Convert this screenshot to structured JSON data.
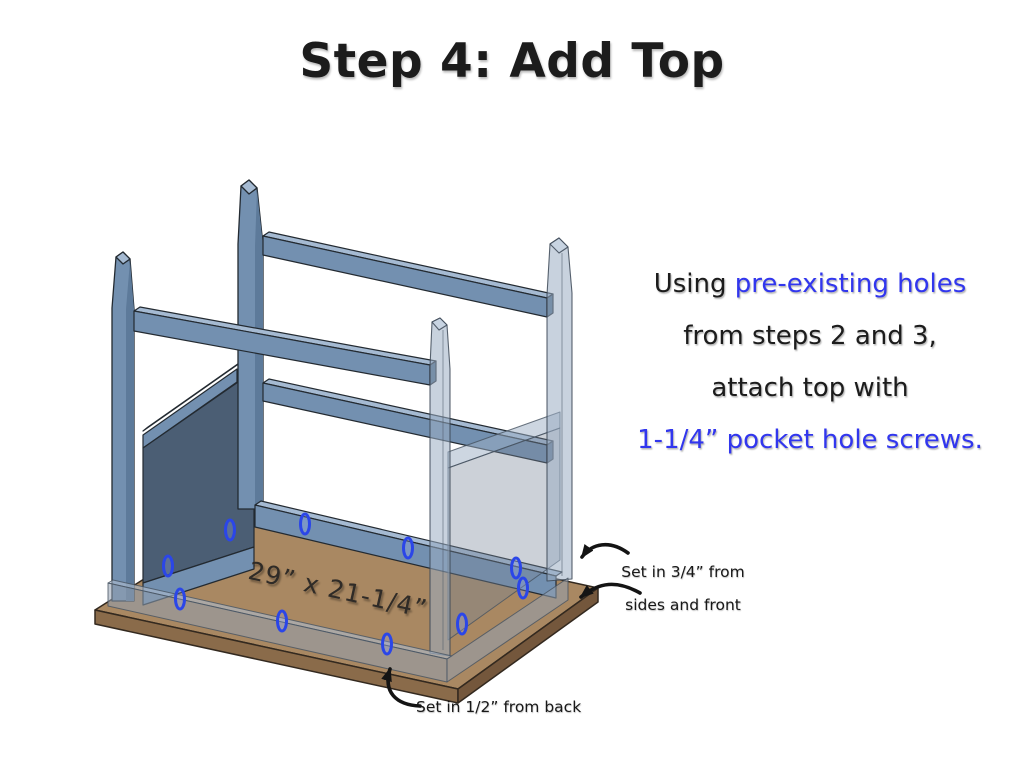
{
  "title": "Step 4: Add Top",
  "instruction": {
    "line1_prefix": "Using ",
    "line1_highlight": "pre-existing holes",
    "line2": "from steps 2 and 3,",
    "line3": "attach top with",
    "line4_highlight": "1-1/4” pocket hole screws."
  },
  "diagram": {
    "top_dimension_label": "29” x 21-1/4”",
    "annotation_inset_sides": {
      "line1": "Set in 3/4” from",
      "line2": "sides and front"
    },
    "annotation_inset_back": "Set in 1/2” from back",
    "pocket_hole_marker_count": 10
  },
  "colors": {
    "highlight_blue": "#3136ee",
    "pocket_hole_blue": "#2b46e8",
    "wood_blue": "#7390b0",
    "wood_blue_dark": "#5d7a9a",
    "wood_blue_light": "#a5bad2",
    "wood_blue_end": "#4d6a88",
    "panel_dark": "#4b5e74",
    "board_brown_top": "#a98862",
    "board_brown_edge": "#8a6b4a",
    "board_brown_edge_dark": "#74573c",
    "arrow_black": "#141414",
    "text_black": "#1c1c1c"
  }
}
